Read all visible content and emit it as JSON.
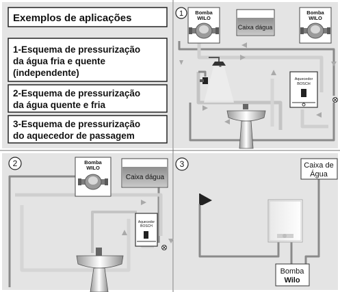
{
  "title": "Exemplos de aplicações",
  "options": [
    {
      "line1": "1-Esquema de pressurização",
      "line2": "da água fria e quente",
      "line3": "(independente)"
    },
    {
      "line1": "2-Esquema de pressurização",
      "line2": "da água quente e fria"
    },
    {
      "line1": "3-Esquema de pressurização",
      "line2": "do aquecedor de passagem"
    }
  ],
  "panel1": {
    "number": "1",
    "pump1": {
      "line1": "Bomba",
      "line2": "WILO"
    },
    "tank": "Caixa dágua",
    "pump2": {
      "line1": "Bomba",
      "line2": "WILO"
    },
    "heater": {
      "line1": "Aquecedor",
      "line2": "BOSCH"
    }
  },
  "panel2": {
    "number": "2",
    "pump": {
      "line1": "Bomba",
      "line2": "WILO"
    },
    "tank": "Caixa dágua",
    "heater": {
      "line1": "Aquecedor",
      "line2": "BOSCH"
    }
  },
  "panel3": {
    "number": "3",
    "tank": {
      "line1": "Caixa de",
      "line2": "Água"
    },
    "pump": {
      "line1": "Bomba",
      "line2": "Wilo"
    }
  },
  "colors": {
    "background": "#e4e4e4",
    "pipe_dark": "#8a8a8a",
    "pipe_light": "#c4c4c4",
    "water": "#b5b5b5"
  }
}
